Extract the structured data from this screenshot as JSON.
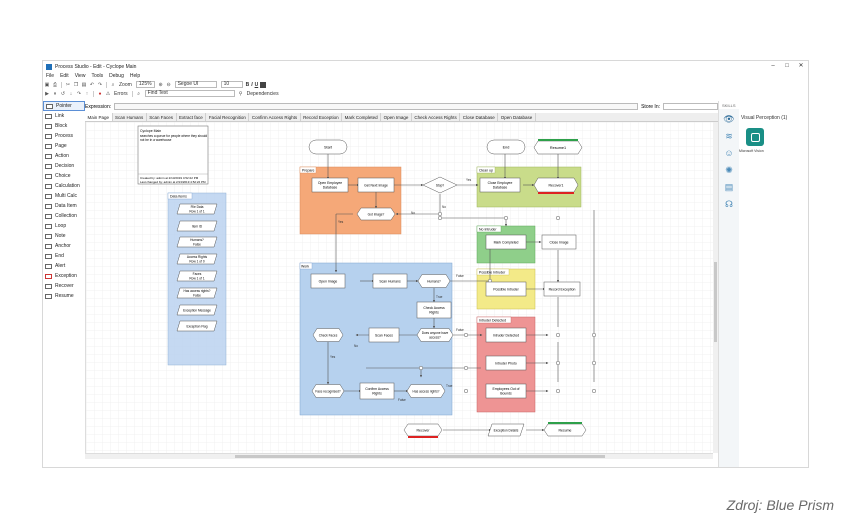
{
  "window": {
    "title": "Process Studio - Edit - Cyclope Main",
    "controls": [
      "–",
      "□",
      "✕"
    ]
  },
  "menu": [
    "File",
    "Edit",
    "View",
    "Tools",
    "Debug",
    "Help"
  ],
  "toolbar": {
    "zoom_label": "Zoom",
    "zoom_value": "125%",
    "font": "Segoe UI",
    "font_size": "10",
    "bold": "B",
    "italic": "I",
    "underline": "U",
    "find_text": "Find Text",
    "dependencies": "Dependencies",
    "reset": "Reset",
    "step": "Step",
    "errors": "Errors"
  },
  "palette": [
    "Pointer",
    "Link",
    "Block",
    "Process",
    "Page",
    "Action",
    "Decision",
    "Choice",
    "Calculation",
    "Multi Calc",
    "Data Item",
    "Collection",
    "Loop",
    "Note",
    "Anchor",
    "End",
    "Alert",
    "Exception",
    "Recover",
    "Resume"
  ],
  "expression": {
    "label": "Expression:",
    "store_in": "Store In:"
  },
  "tabs": [
    "Main Page",
    "Scan Humans",
    "Scan Faces",
    "Extract face",
    "Facial Recognition",
    "Confirm Access Rights",
    "Record Exception",
    "Mark Completed",
    "Open Image",
    "Check Access Rights",
    "Close Database",
    "Open Database"
  ],
  "diagram": {
    "note": [
      "Cyclope Main",
      "searches a queue for people where they should",
      "not be in a warehouse"
    ],
    "created": "Created by: admin at 2/13/2019 4:52:22 PM",
    "changed": "Last changed by: admin at 2/13/2019 4:52:22 PM",
    "blocks": {
      "data_items": "Data Items",
      "prepare": "Prepare",
      "clean_up": "Clean up",
      "work": "Work",
      "no_intruder": "No Intruder",
      "possible_intruder": "Possible Intruder",
      "intruder_detected": "Intruder Detected"
    },
    "data_items": [
      "File Data\nRow 1 of 1",
      "Item ID",
      "Humans?\nFalse",
      "Access Rights\nRow 1 of 0",
      "Faces\nRow 1 of 1",
      "Has access rights?\nFalse",
      "Exception Message",
      "Exception Flag"
    ],
    "nodes": {
      "start": "Start",
      "end": "End",
      "resume1": "Resume1",
      "open_emp": "Open Employee\nDatabase",
      "get_next": "Get Next Image",
      "stop": "Stop?",
      "close_emp": "Close Employee\nDatabase",
      "recover1": "Recover1",
      "got_image": "Got Image?",
      "mark_completed": "Mark Completed",
      "close_image": "Close Image",
      "open_image": "Open Image",
      "scan_humans": "Scan Humans",
      "humans": "Humans?",
      "possible_intruder": "Possible Intruder",
      "record_exception": "Record Exception",
      "check_access": "Check Access\nRights",
      "check_faces": "Check Faces",
      "scan_faces": "Scan Faces",
      "does_anyone": "Does anyone have\naccess?",
      "intruder_detected": "Intruder Detected",
      "intruder_photo": "Intruder Photo",
      "employees_out": "Employees Out of\nBounds",
      "face_recognised": "Face recognised?",
      "confirm_access": "Confirm Access\nRights",
      "has_access": "Has access rights?",
      "recover": "Recover",
      "exception_details": "Exception Details",
      "resume": "Resume"
    },
    "edge_labels": {
      "yes": "Yes",
      "no": "No",
      "true": "True",
      "false": "False"
    }
  },
  "right_panel": {
    "header": "SKILLS",
    "title": "Visual Perception (1)",
    "card_label": "Microsoft Vision"
  },
  "source_caption": "Zdroj: Blue Prism",
  "colors": {
    "prepare": "#f5a878",
    "clean_up": "#c9dc8a",
    "work": "#b6d1ee",
    "no_intruder": "#8fcf8a",
    "possible_intruder": "#f3ea88",
    "intruder_detected": "#ee9494",
    "data_items": "#bcd3f0",
    "accent": "#1a8f86"
  }
}
